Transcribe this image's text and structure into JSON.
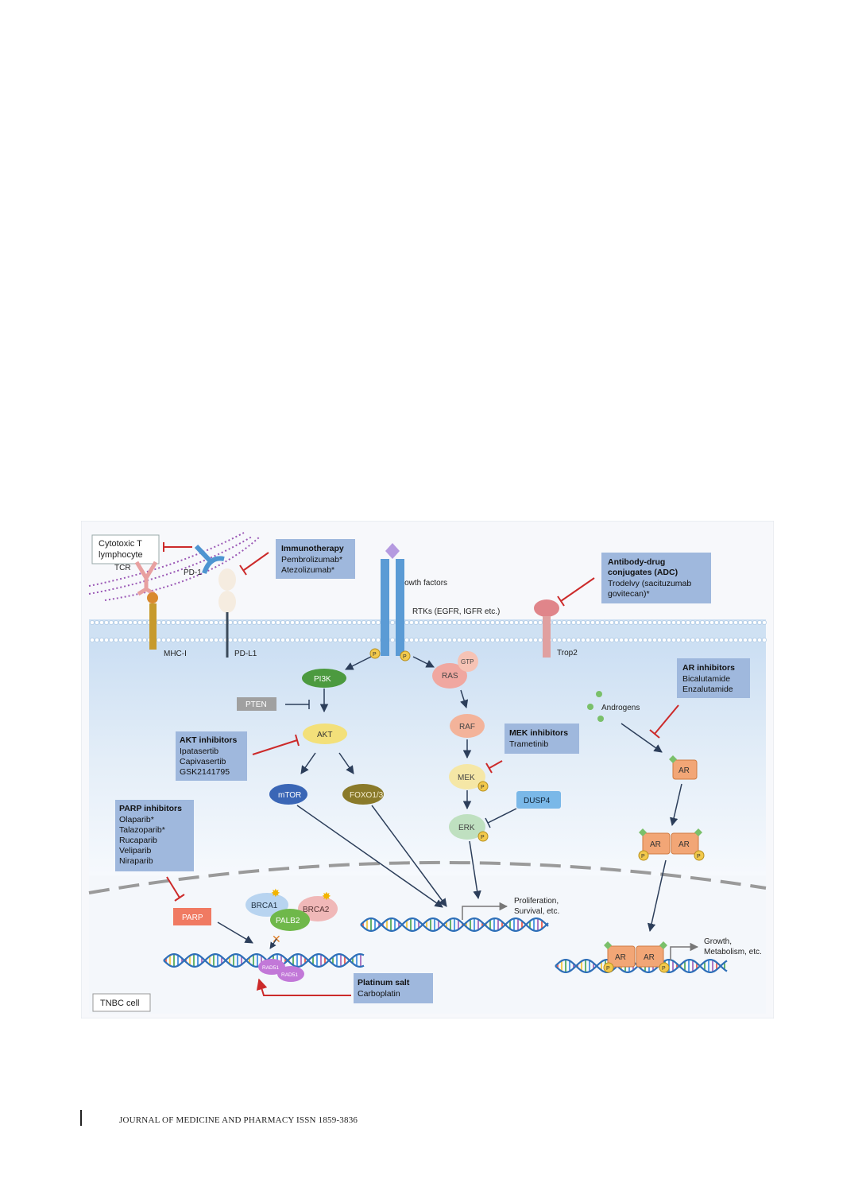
{
  "footer": {
    "journal": "JOURNAL OF MEDICINE AND PHARMACY ISSN 1859-3836"
  },
  "diagram": {
    "cell_label": "TNBC cell",
    "tcell": {
      "line1": "Cytotoxic T",
      "line2": "lymphocyte"
    },
    "labels": {
      "tcr": "TCR",
      "mhc": "MHC-I",
      "pd1": "PD-1",
      "pdl1": "PD-L1",
      "growth_factors": "Growth factors",
      "rtks": "RTKs (EGFR, IGFR etc.)",
      "trop2": "Trop2",
      "androgens": "Androgens",
      "pi3k": "PI3K",
      "pten": "PTEN",
      "akt": "AKT",
      "mtor": "mTOR",
      "foxo": "FOXO1/3",
      "ras": "RAS",
      "gtp": "GTP",
      "raf": "RAF",
      "mek": "MEK",
      "erk": "ERK",
      "dusp4": "DUSP4",
      "ar": "AR",
      "p": "P",
      "parp": "PARP",
      "brca1": "BRCA1",
      "brca2": "BRCA2",
      "palb2": "PALB2",
      "rad51": "RAD51",
      "prolif1": "Proliferation,",
      "prolif2": "Survival, etc.",
      "growth1": "Growth,",
      "growth2": "Metabolism, etc."
    },
    "boxes": {
      "immunotherapy": {
        "title": "Immunotherapy",
        "items": [
          "Pembrolizumab*",
          "Atezolizumab*"
        ]
      },
      "adc": {
        "title1": "Antibody-drug",
        "title2": "conjugates (ADC)",
        "items": [
          "Trodelvy (sacituzumab",
          "govitecan)*"
        ]
      },
      "ar_inhibitors": {
        "title": "AR inhibitors",
        "items": [
          "Bicalutamide",
          "Enzalutamide"
        ]
      },
      "akt_inhibitors": {
        "title": "AKT inhibitors",
        "items": [
          "Ipatasertib",
          "Capivasertib",
          "GSK2141795"
        ]
      },
      "mek_inhibitors": {
        "title": "MEK inhibitors",
        "items": [
          "Trametinib"
        ]
      },
      "parp_inhibitors": {
        "title": "PARP inhibitors",
        "items": [
          "Olaparib*",
          "Talazoparib*",
          "Rucaparib",
          "Veliparib",
          "Niraparib"
        ]
      },
      "platinum": {
        "title": "Platinum salt",
        "items": [
          "Carboplatin"
        ]
      }
    },
    "colors": {
      "drug_box": "#9fb8dd",
      "inhibit": "#cc2a2a",
      "arrow": "#2c3e5a",
      "cytoplasm_top": "#cfe0f3",
      "membrane": "#b9d3ec",
      "pi3k": "#4c9a3f",
      "akt": "#f3e07a",
      "mtor": "#3a66b6",
      "foxo": "#8a7a2a",
      "ras": "#f0a7a0",
      "raf": "#f3b39a",
      "mek": "#f5e7a6",
      "erk": "#bfe0c0",
      "dusp4": "#7ab8e8",
      "ar": "#f2a676",
      "parp": "#f07a62",
      "brca1": "#b8d4f0",
      "palb2": "#6fb84a",
      "brca2": "#f0b8b8",
      "rad51": "#c278d8"
    }
  }
}
